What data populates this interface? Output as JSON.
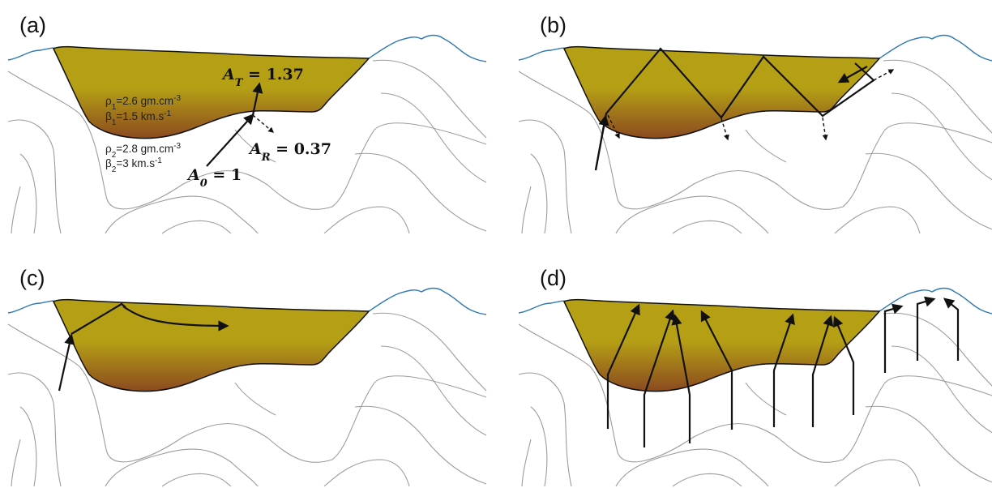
{
  "panels": [
    {
      "label": "(a)"
    },
    {
      "label": "(b)"
    },
    {
      "label": "(c)"
    },
    {
      "label": "(d)"
    }
  ],
  "layer1": {
    "rho": {
      "prefix": "ρ",
      "sub": "1",
      "value": "=2.6 gm.cm",
      "sup": "-3"
    },
    "beta": {
      "prefix": "β",
      "sub": "1",
      "value": "=1.5 km.s",
      "sup": "-1"
    }
  },
  "layer2": {
    "rho": {
      "prefix": "ρ",
      "sub": "2",
      "value": "=2.8 gm.cm",
      "sup": "-3"
    },
    "beta": {
      "prefix": "β",
      "sub": "2",
      "value": "=3 km.s",
      "sup": "-1"
    }
  },
  "amplitudes": {
    "transmitted": {
      "symbol": "A",
      "sub": "T",
      "value": " = 1.37"
    },
    "reflected": {
      "symbol": "A",
      "sub": "R",
      "value": " = 0.37"
    },
    "incident": {
      "symbol": "A",
      "sub": "0",
      "value": " = 1"
    }
  },
  "colors": {
    "basin_top": "#b5a015",
    "basin_bottom": "#8b4a1f",
    "surface_line": "#2f78b4",
    "layer_line": "#9c9c9c"
  }
}
